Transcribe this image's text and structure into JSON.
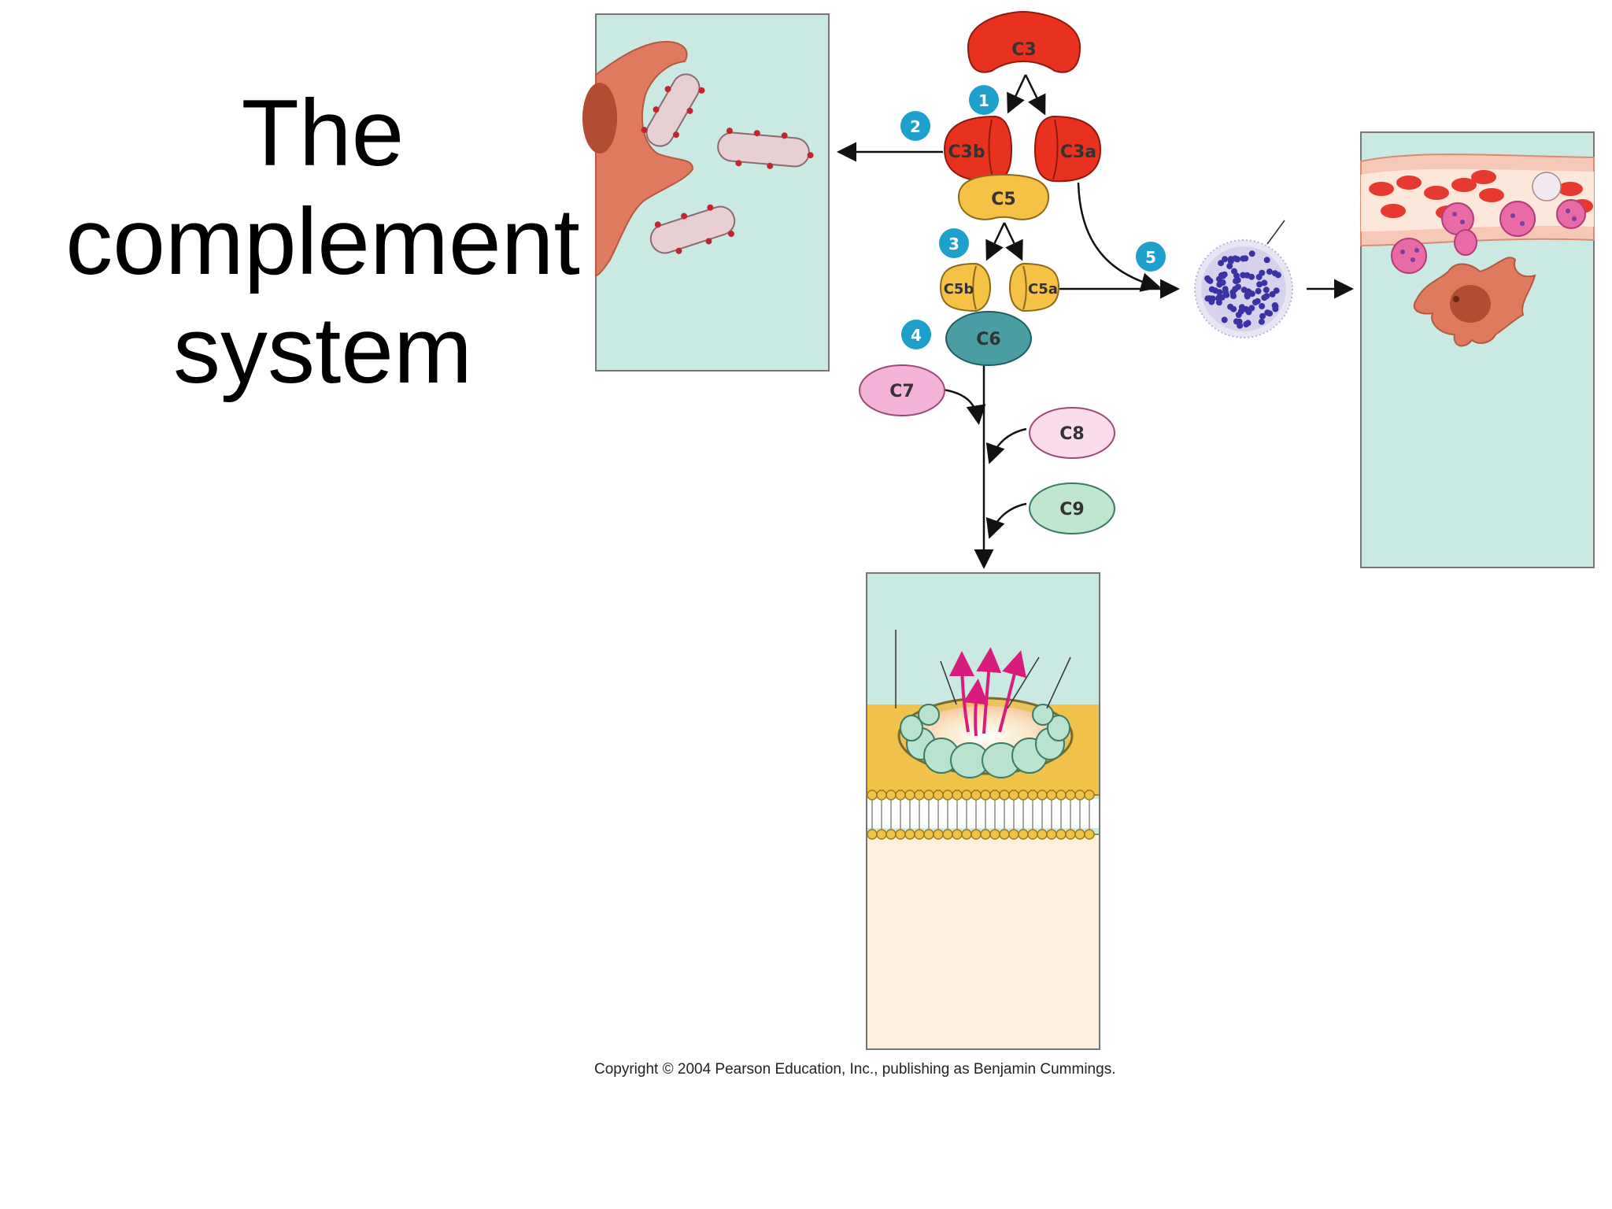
{
  "title": {
    "line1": "The",
    "line2": "complement",
    "line3": "system"
  },
  "proteins": {
    "c3": "C3",
    "c3b": "C3b",
    "c3a": "C3a",
    "c5": "C5",
    "c5b": "C5b",
    "c5a": "C5a",
    "c6": "C6",
    "c7": "C7",
    "c8": "C8",
    "c9": "C9"
  },
  "steps": [
    "1",
    "2",
    "3",
    "4",
    "5"
  ],
  "copyright": "Copyright © 2004 Pearson Education, Inc., publishing as Benjamin Cummings.",
  "colors": {
    "panel_bg": "#c9e9e2",
    "c3_red": "#e8321f",
    "c5_yellow": "#f5c246",
    "c6_teal": "#4a9ea3",
    "c7_pink": "#f4b3d8",
    "c8_pink": "#fbdcec",
    "c9_green": "#bfe6cf",
    "step_blue": "#1e9fcc",
    "membrane": "#f1c24a",
    "cell_interior": "#fdf0dc"
  }
}
